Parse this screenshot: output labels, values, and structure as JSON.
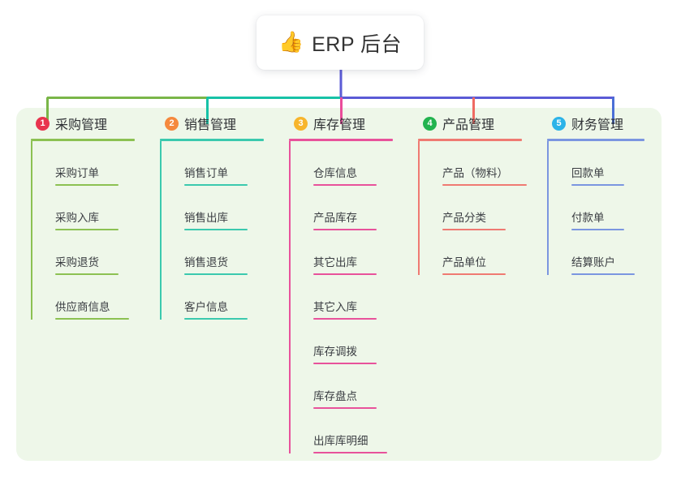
{
  "root": {
    "icon": "thumbs-up-icon",
    "emoji": "👍",
    "title": "ERP 后台"
  },
  "theme": {
    "page_background": "#ffffff",
    "panel_background": "#eef7e9",
    "root_card_background": "#ffffff",
    "root_title_color": "#333333",
    "trunk_color": "#5b5bd6",
    "bus_segment_green": "#7ab648",
    "bus_segment_teal": "#17c2a7",
    "bus_segment_blue": "#5b5bd6"
  },
  "columns": [
    {
      "badge": "1",
      "badge_color": "#e8344e",
      "line_color": "#8cc152",
      "title": "采购管理",
      "items": [
        "采购订单",
        "采购入库",
        "采购退货",
        "供应商信息"
      ]
    },
    {
      "badge": "2",
      "badge_color": "#f5893e",
      "line_color": "#3bc9ae",
      "title": "销售管理",
      "items": [
        "销售订单",
        "销售出库",
        "销售退货",
        "客户信息"
      ]
    },
    {
      "badge": "3",
      "badge_color": "#f7b52c",
      "line_color": "#e8529b",
      "title": "库存管理",
      "items": [
        "仓库信息",
        "产品库存",
        "其它出库",
        "其它入库",
        "库存调拨",
        "库存盘点",
        "出库库明细"
      ]
    },
    {
      "badge": "4",
      "badge_color": "#22b34f",
      "line_color": "#ef7a72",
      "title": "产品管理",
      "items": [
        "产品（物料）",
        "产品分类",
        "产品单位"
      ]
    },
    {
      "badge": "5",
      "badge_color": "#2cb3e8",
      "line_color": "#7b96e0",
      "title": "财务管理",
      "items": [
        "回款单",
        "付款单",
        "结算账户"
      ]
    }
  ]
}
